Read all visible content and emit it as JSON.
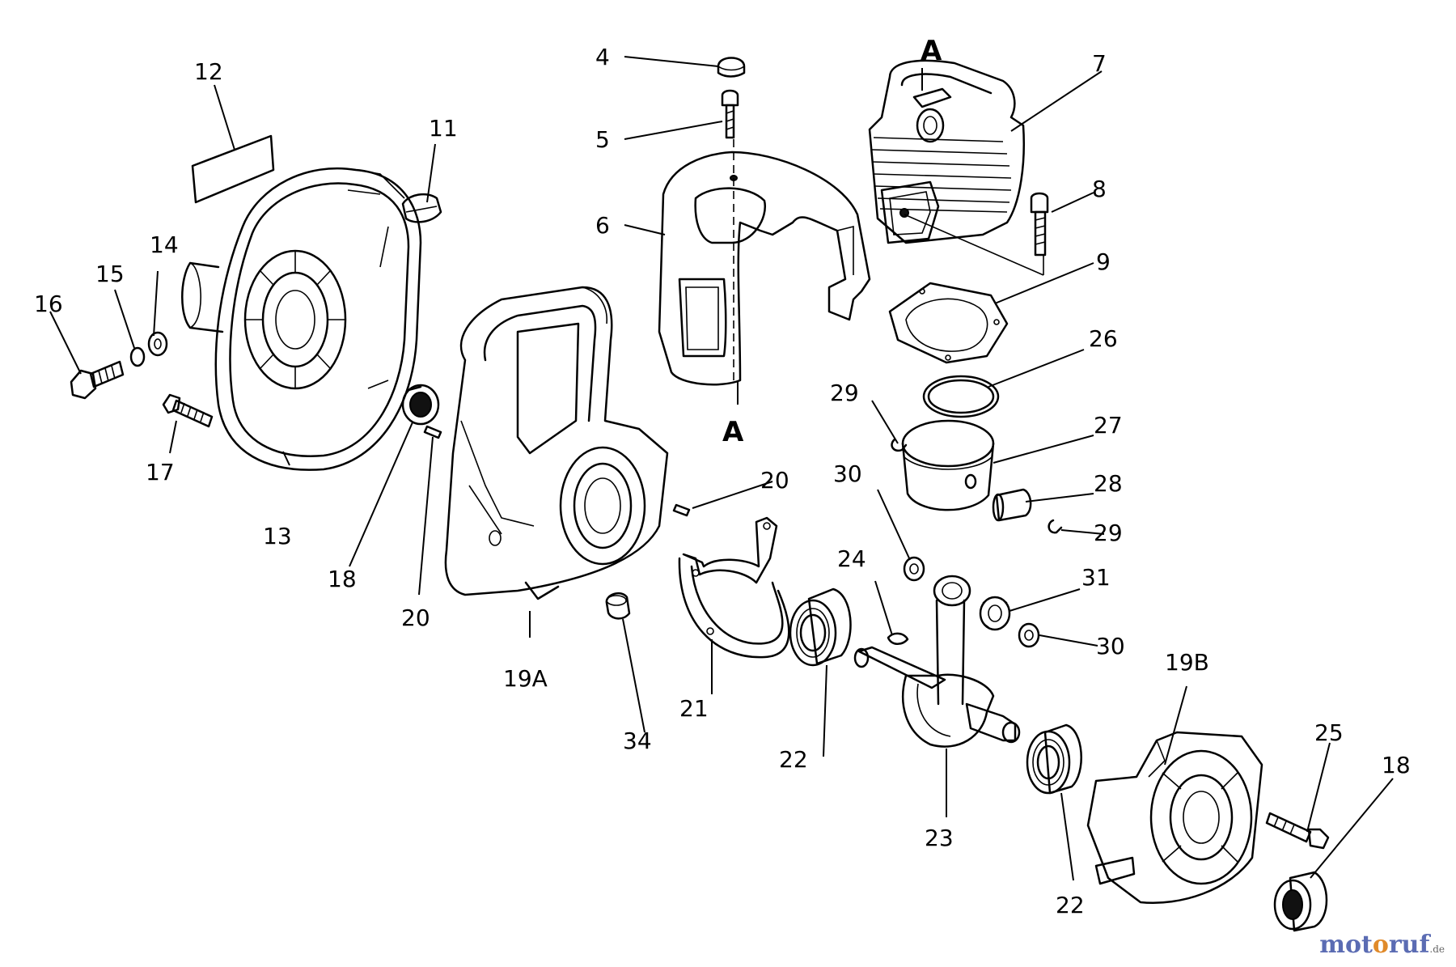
{
  "labels": {
    "p4": "4",
    "p5": "5",
    "p6": "6",
    "p7": "7",
    "p8": "8",
    "p9": "9",
    "p11": "11",
    "p12": "12",
    "p13": "13",
    "p14": "14",
    "p15": "15",
    "p16": "16",
    "p17": "17",
    "p18a": "18",
    "p18b": "18",
    "p19a": "19A",
    "p19b": "19B",
    "p20a": "20",
    "p20b": "20",
    "p21": "21",
    "p22a": "22",
    "p22b": "22",
    "p23": "23",
    "p24": "24",
    "p25": "25",
    "p26": "26",
    "p27": "27",
    "p28": "28",
    "p29a": "29",
    "p29b": "29",
    "p30a": "30",
    "p30b": "30",
    "p31": "31",
    "p34": "34"
  },
  "section_marks": {
    "top": "A",
    "bottom": "A"
  },
  "watermark": {
    "name_start": "mot",
    "name_mid": "o",
    "name_end": "ruf",
    "tld": ".de"
  }
}
